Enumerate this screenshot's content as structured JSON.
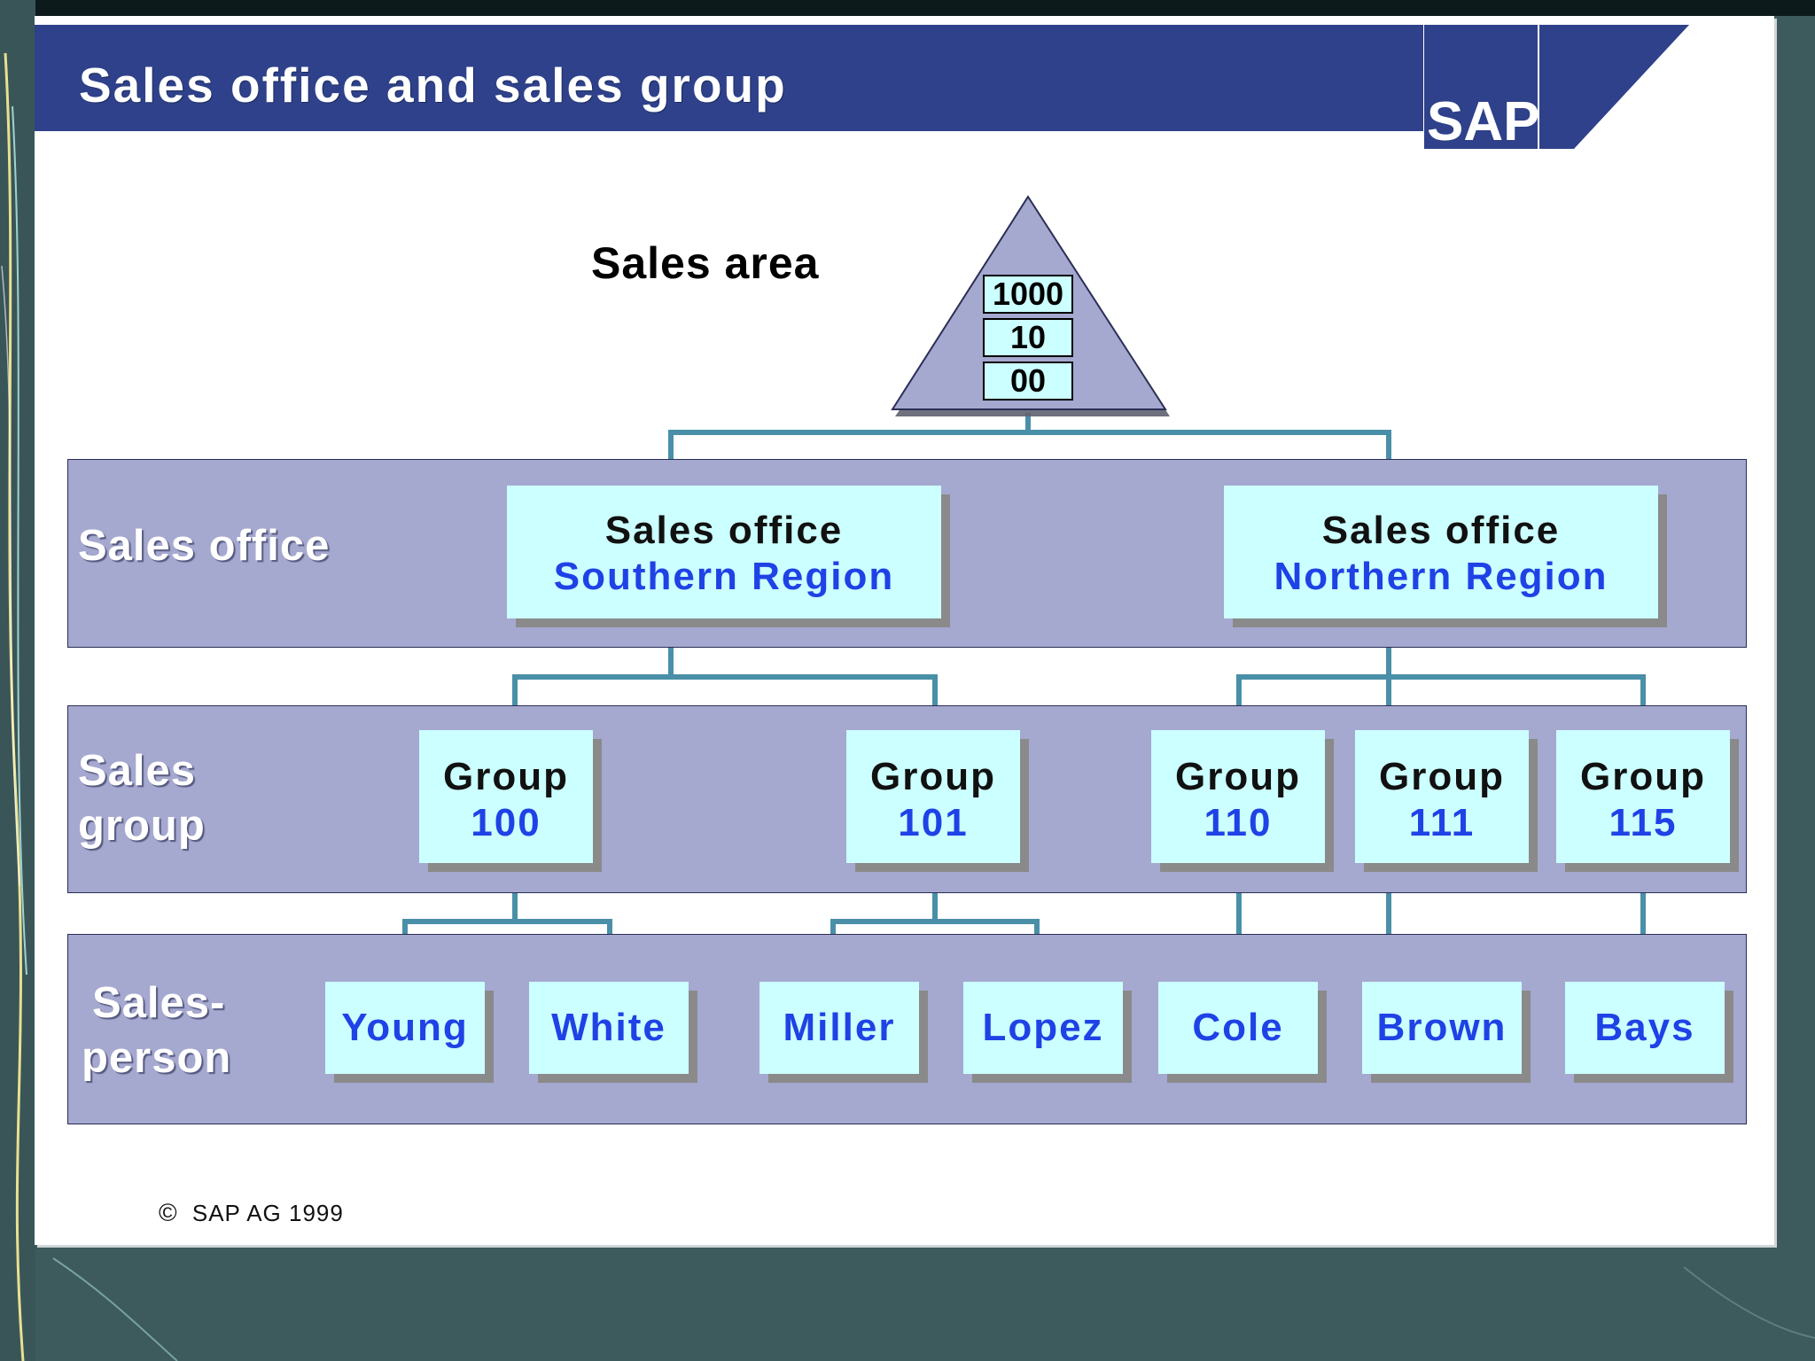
{
  "title": "Sales office and sales group",
  "logo": "SAP",
  "sales_area": {
    "label": "Sales area",
    "codes": [
      "1000",
      "10",
      "00"
    ]
  },
  "levels": {
    "sales_office": "Sales office",
    "sales_group_line1": "Sales",
    "sales_group_line2": "group",
    "salesperson_line1": "Sales-",
    "salesperson_line2": "person"
  },
  "offices": [
    {
      "title": "Sales office",
      "name": "Southern Region"
    },
    {
      "title": "Sales office",
      "name": "Northern Region"
    }
  ],
  "groups": [
    {
      "title": "Group",
      "number": "100"
    },
    {
      "title": "Group",
      "number": "101"
    },
    {
      "title": "Group",
      "number": "110"
    },
    {
      "title": "Group",
      "number": "111"
    },
    {
      "title": "Group",
      "number": "115"
    }
  ],
  "persons": [
    "Young",
    "White",
    "Miller",
    "Lopez",
    "Cole",
    "Brown",
    "Bays"
  ],
  "copyright": "SAP AG 1999",
  "colors": {
    "title_bar": "#2e418a",
    "band": "#a5a8cf",
    "node": "#ccffff",
    "connector": "#4a8fa8",
    "blue_text": "#1f42e6"
  }
}
